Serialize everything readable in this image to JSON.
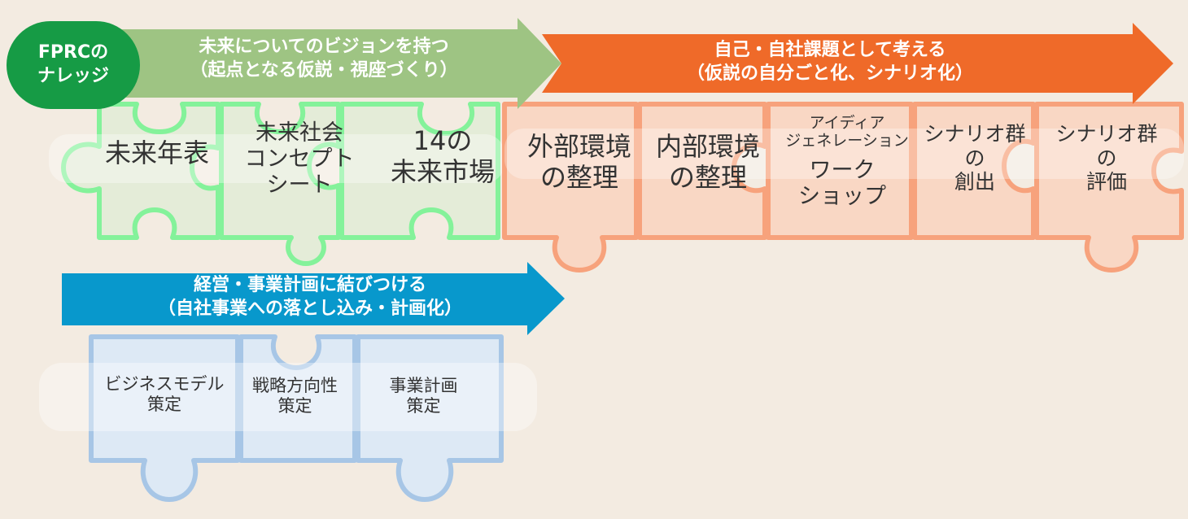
{
  "badge": {
    "text": "FPRCの\nナレッジ"
  },
  "arrows": {
    "green": {
      "title": "未来についてのビジョンを持つ\n（起点となる仮説・視座づくり）"
    },
    "orange": {
      "title": "自己・自社課題として考える\n（仮説の自分ごと化、シナリオ化）"
    },
    "blue": {
      "title": "経営・事業計画に結びつける\n（自社事業への落とし込み・計画化）"
    }
  },
  "green_pieces": [
    "未来年表",
    "未来社会\nコンセプト\nシート",
    "14の\n未来市場"
  ],
  "orange_pieces": [
    "外部環境\nの整理",
    "内部環境\nの整理",
    "ワーク\nショップ",
    "シナリオ群\nの\n創出",
    "シナリオ群\nの\n評価"
  ],
  "orange_piece3_header": "アイディア\nジェネレーション",
  "blue_pieces": [
    "ビジネスモデル\n策定",
    "戦略方向性\n策定",
    "事業計画\n策定"
  ],
  "colors": {
    "green_arrow": "#9ec483",
    "orange_arrow": "#ef6a29",
    "blue_arrow": "#0898cc",
    "badge": "#169b45",
    "green_puzzle_stroke": "#7cef94",
    "orange_puzzle_stroke": "#f7a27c",
    "blue_puzzle_stroke": "#a7c6e6"
  }
}
